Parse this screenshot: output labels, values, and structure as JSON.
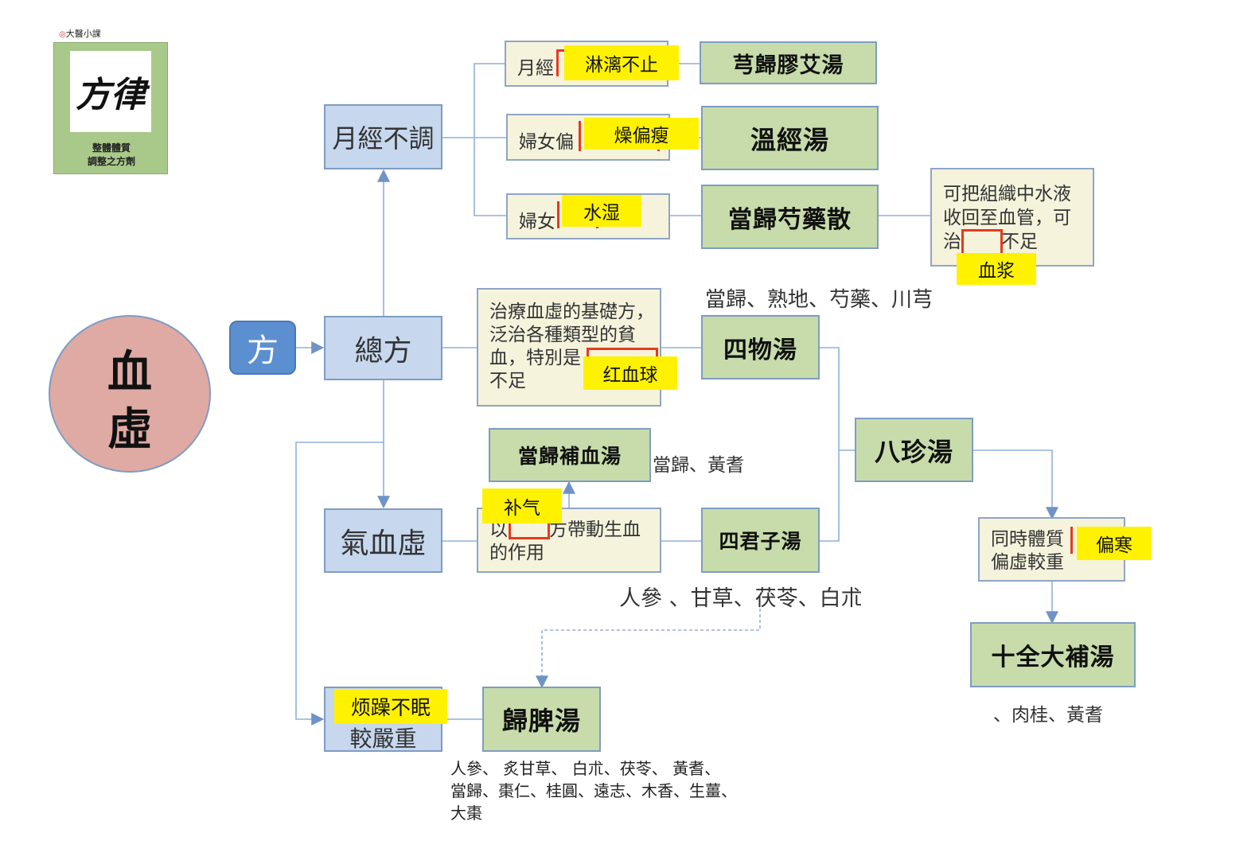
{
  "logo": {
    "corner_text": "大醫小課",
    "calligraphy": "方律",
    "subtitle_line1": "整體體質",
    "subtitle_line2": "調整之方劑"
  },
  "center": {
    "line1": "血",
    "line2": "虛"
  },
  "fang_button": "方",
  "nodes": {
    "yuejing_butiao": "月經不調",
    "zongfang": "總方",
    "qixuexu": "氣血虛",
    "fanzao_line2": "較嚴重"
  },
  "conditions": {
    "yuejing": "月經",
    "funv_pian": "婦女偏",
    "funv": "婦女",
    "siwu_desc_line1": "治療血虛的基礎方，",
    "siwu_desc_line2": "泛治各種類型的貧",
    "siwu_desc_line3": "血，特別是",
    "siwu_desc_line4": "不足",
    "buxue_desc_line1a": "以",
    "buxue_desc_line1b": "方帶動生血",
    "buxue_desc_line2": "的作用",
    "danggui_desc_line1": "可把組織中水液",
    "danggui_desc_line2": "收回至血管，可",
    "danggui_desc_line3a": "治",
    "danggui_desc_line3b": "不足",
    "pianhan_line1": "同時體質",
    "pianhan_line2": "偏虛較重"
  },
  "formulas": {
    "xiongguijiaoai": "芎歸膠艾湯",
    "wenjing": "溫經湯",
    "dangguishaoyao": "當歸芍藥散",
    "siwu": "四物湯",
    "dangguibuxue": "當歸補血湯",
    "bazhen": "八珍湯",
    "sijunzi": "四君子湯",
    "shiquandabu": "十全大補湯",
    "guipi": "歸脾湯"
  },
  "highlights": {
    "linli": "淋漓不止",
    "zaopianshou": "燥偏瘦",
    "shuishi": "水湿",
    "xuejiang": "血浆",
    "hongxueqiu": "红血球",
    "buqi": "补气",
    "pianhan": "偏寒",
    "fanzao": "烦躁不眠"
  },
  "ingredients": {
    "siwu": "當歸、熟地、芍藥、川芎",
    "dangguibuxue": "當歸、黃耆",
    "sijunzi": "人參 、甘草、茯苓、白朮",
    "shiquan": "、肉桂、黃耆",
    "guipi_line1": "人參、 炙甘草、 白朮、茯苓、 黃耆、",
    "guipi_line2": "當歸、棗仁、桂圓、遠志、木香、生薑、",
    "guipi_line3": "大棗"
  },
  "colors": {
    "node_blue": "#c6d7ee",
    "formula_green": "#c7dcaa",
    "desc_cream": "#f5f3dc",
    "center_circle": "#dfaaa4",
    "fang_button": "#5b8fd0",
    "highlight": "#fff200",
    "bracket_red": "#e53a1f",
    "connector": "#7f9cc2"
  }
}
